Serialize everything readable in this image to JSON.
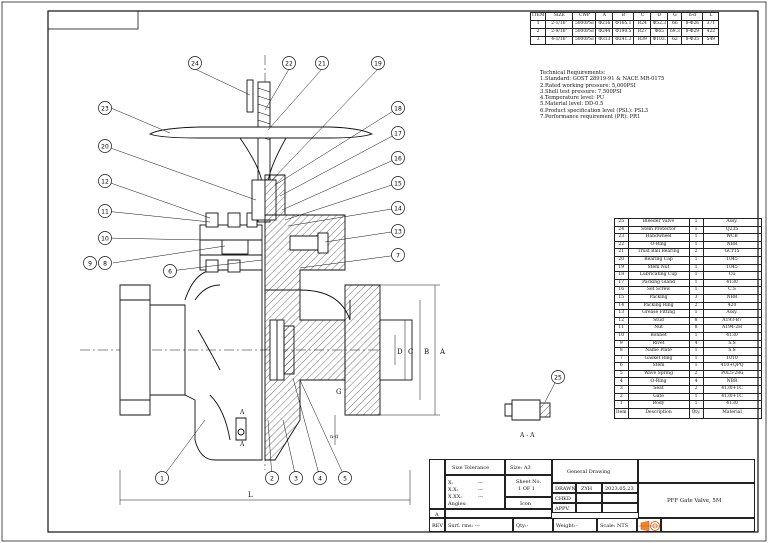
{
  "size_table": {
    "headers": [
      "ITEM",
      "SIZE",
      "CWP",
      "A",
      "B",
      "C",
      "D",
      "G",
      "n-d",
      "L"
    ],
    "rows": [
      [
        "1",
        "2-1/16\"",
        "5000PSI",
        "Φ216",
        "Φ165.1",
        "R24",
        "Φ52.3",
        "66",
        "8-Φ26",
        "371"
      ],
      [
        "2",
        "2-9/16\"",
        "5000PSI",
        "Φ244",
        "Φ190.5",
        "R27",
        "Φ65",
        "69.3",
        "8-Φ29",
        "422"
      ],
      [
        "3",
        "4-1/16\"",
        "5000PSI",
        "Φ313",
        "Φ241.3",
        "R39",
        "Φ103.",
        "62",
        "8-Φ35",
        "549"
      ]
    ]
  },
  "technical_requirements": {
    "title": "Technical Requirements:",
    "items": [
      "1.Standard: GOST 28919-91 & NACE MR-0175",
      "2.Rated working pressure: 5,000PSI",
      "3.Shell test pressure: 7,500PSI",
      "4.Temperature level: PU",
      "5.Material level: DD-0.5",
      "6.Product specification level (PSL): PSL3",
      "7.Performance requirement (PR): PR1"
    ]
  },
  "bom": {
    "header": [
      "Item",
      "Description",
      "Qty.",
      "Material"
    ],
    "rows": [
      [
        "25",
        "Bleeder Valve",
        "1",
        "Assy."
      ],
      [
        "24",
        "Stem Protector",
        "1",
        "Q235"
      ],
      [
        "23",
        "Handwheel",
        "1",
        "WCB"
      ],
      [
        "22",
        "O-Ring",
        "1",
        "NBR"
      ],
      [
        "21",
        "Trust Ball Bearing",
        "2",
        "GCr15"
      ],
      [
        "20",
        "Bearing Cap",
        "1",
        "1045"
      ],
      [
        "19",
        "Stem Nut",
        "1",
        "1045"
      ],
      [
        "18",
        "Lubricating Cup",
        "1",
        "Cu"
      ],
      [
        "17",
        "Packing Gland",
        "1",
        "4130"
      ],
      [
        "16",
        "Set Screw",
        "1",
        "C.S"
      ],
      [
        "15",
        "Packing",
        "3",
        "NBR"
      ],
      [
        "14",
        "Packing Ring",
        "2",
        "420"
      ],
      [
        "13",
        "Grease Fitting",
        "1",
        "Assy."
      ],
      [
        "12",
        "Stud",
        "8",
        "A193-B7"
      ],
      [
        "11",
        "Nut",
        "8",
        "A194-2H"
      ],
      [
        "10",
        "Bonnet",
        "1",
        "4130"
      ],
      [
        "9",
        "Rivet",
        "4",
        "S.S"
      ],
      [
        "8",
        "Name Plate",
        "1",
        "S.S"
      ],
      [
        "7",
        "Gasket Ring",
        "1",
        "1010"
      ],
      [
        "6",
        "Stem",
        "1",
        "410+QPQ"
      ],
      [
        "5",
        "Wave Spring",
        "2",
        "P0L5-28u"
      ],
      [
        "4",
        "O-Ring",
        "4",
        "NBR"
      ],
      [
        "3",
        "Seat",
        "2",
        "4130+TC"
      ],
      [
        "2",
        "Gate",
        "1",
        "4130+TC"
      ],
      [
        "1",
        "Body",
        "1",
        "4130"
      ]
    ]
  },
  "title_block": {
    "size_tolerance": "Size Tolerance",
    "size": "Size: A3",
    "general_drawing": "General Drawing",
    "tol_x": "X:",
    "tol_xx": "X.X:",
    "tol_xxx": "X.XX:",
    "tol_angles": "Angles:",
    "tol_dash": "---",
    "sheet_no": "Sheet No.",
    "sheet_of": "1 OF 1",
    "icon": "Icon",
    "drawn": "DRAWN",
    "drawn_by": "ZYH",
    "drawn_date": "2023.05.23",
    "chkd": "CHKD",
    "appv": "APPV.",
    "title": "PFF Gate Valve, 5M",
    "rev_label": "A",
    "rev": "REV",
    "surf": "Surf. rms: ---",
    "qty": "Qty:-",
    "weight": "Weight:-",
    "scale": "Scale: NTS"
  },
  "section_label": "A - A",
  "section_mark": "A",
  "dims": {
    "A": "A",
    "B": "B",
    "C": "C",
    "D": "D",
    "G": "G",
    "L": "L",
    "nd": "n-d"
  },
  "balloons": [
    "1",
    "2",
    "3",
    "4",
    "5",
    "6",
    "7",
    "8",
    "9",
    "10",
    "11",
    "12",
    "13",
    "14",
    "15",
    "16",
    "17",
    "18",
    "19",
    "20",
    "21",
    "22",
    "23",
    "24",
    "25"
  ]
}
